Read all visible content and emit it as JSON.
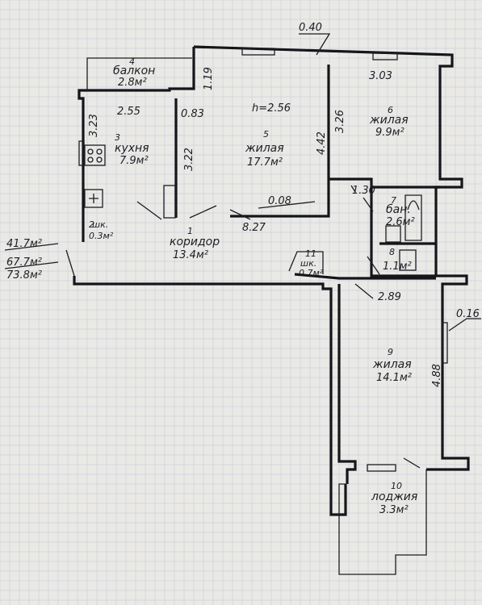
{
  "dimensions": {
    "d_040": "0.40",
    "d_303": "3.03",
    "d_255": "2.55",
    "d_119": "1.19",
    "d_083": "0.83",
    "d_323": "3.23",
    "d_322": "3.22",
    "d_442": "4.42",
    "d_326": "3.26",
    "d_130": "1.30",
    "d_008": "0.08",
    "d_827": "8.27",
    "d_289": "2.89",
    "d_016": "0.16",
    "d_488": "4.88",
    "height": "h=2.56"
  },
  "rooms": [
    {
      "num": "4",
      "name": "балкон",
      "area": "2.8м²"
    },
    {
      "num": "3",
      "name": "кухня",
      "area": "7.9м²"
    },
    {
      "num": "5",
      "name": "жилая",
      "area": "17.7м²"
    },
    {
      "num": "6",
      "name": "жилая",
      "area": "9.9м²"
    },
    {
      "num": "7",
      "name": "бан.",
      "area": "2.6м²"
    },
    {
      "num": "1",
      "name": "коридор",
      "area": "13.4м²"
    },
    {
      "num": "11",
      "name": "шк.",
      "area": "0.7м²"
    },
    {
      "num": "8",
      "name": "",
      "area": "1.1м²"
    },
    {
      "num": "9",
      "name": "жилая",
      "area": "14.1м²"
    },
    {
      "num": "10",
      "name": "лоджия",
      "area": "3.3м²"
    },
    {
      "num": "2",
      "name": "шк.",
      "area": "0.3м²"
    }
  ],
  "totals": [
    "41.7м²",
    "67.7м²",
    "73.8м²"
  ]
}
